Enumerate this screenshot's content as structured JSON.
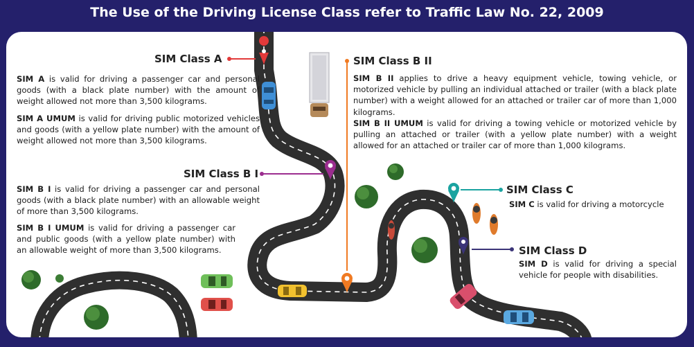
{
  "title": "The Use of the Driving License Class refer to Traffic Law No. 22, 2009",
  "colors": {
    "background": "#24206b",
    "panel": "#ffffff",
    "road": "#2f2f2f",
    "class_a": "#e23a3a",
    "class_b1": "#9b2d8f",
    "class_b2": "#f07a22",
    "class_c": "#1aa3a0",
    "class_d": "#3b3478"
  },
  "classes": {
    "a": {
      "label": "SIM Class A",
      "items": [
        {
          "term": "SIM A",
          "text": " is valid for driving a passenger car and personal goods (with a black plate number) with the amount of weight allowed not more than 3,500 kilograms."
        },
        {
          "term": "SIM A UMUM",
          "text": " is valid for driving public motorized vehicles and goods (with a yellow plate number) with the amount of weight allowed not more than 3,500 kilograms."
        }
      ]
    },
    "b1": {
      "label": "SIM Class B I",
      "items": [
        {
          "term": "SIM B I",
          "text": " is valid for driving a passenger car and personal goods (with a black plate number) with an allowable weight of more than 3,500 kilograms."
        },
        {
          "term": "SIM B I UMUM",
          "text": " is valid for driving a passenger car and public goods (with a yellow plate number) with an allowable weight of more than 3,500 kilograms."
        }
      ]
    },
    "b2": {
      "label": "SIM Class B II",
      "items": [
        {
          "term": "SIM B II",
          "text": " applies to drive a heavy equipment vehicle, towing vehicle, or motorized vehicle by pulling an individual attached or trailer (with a black plate number) with a weight allowed for an attached or trailer car of more than 1,000 kilograms."
        },
        {
          "term": "SIM B II UMUM",
          "text": " is valid for driving a towing vehicle or motorized vehicle by pulling an attached or trailer (with a yellow plate number) with a weight allowed for an attached or trailer car of more than 1,000 kilograms."
        }
      ]
    },
    "c": {
      "label": "SIM Class C",
      "items": [
        {
          "term": "SIM C",
          "text": " is valid for driving a motorcycle"
        }
      ]
    },
    "d": {
      "label": "SIM Class D",
      "items": [
        {
          "term": "SIM D",
          "text": " is valid for driving a special vehicle for people with disabilities."
        }
      ]
    }
  }
}
